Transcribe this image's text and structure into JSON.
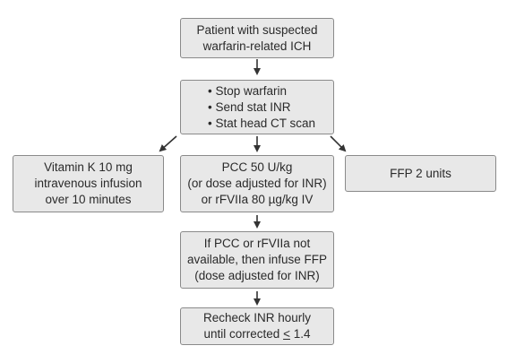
{
  "nodes": {
    "start": {
      "lines": [
        "Patient with suspected",
        "warfarin-related ICH"
      ]
    },
    "initial_steps": {
      "lines": [
        "Stop warfarin",
        "Send stat INR",
        "Stat head CT scan"
      ]
    },
    "vitamin_k": {
      "lines": [
        "Vitamin K 10 mg",
        "intravenous infusion",
        "over 10 minutes"
      ]
    },
    "pcc": {
      "lines": [
        "PCC 50 U/kg",
        "(or dose adjusted for INR)",
        "or rFVIIa 80 µg/kg IV"
      ]
    },
    "ffp": {
      "lines": [
        "FFP 2 units"
      ]
    },
    "fallback": {
      "lines": [
        "If PCC or rFVIIa not",
        "available, then infuse FFP",
        "(dose adjusted for INR)"
      ]
    },
    "recheck": {
      "lines": [
        "Recheck INR hourly"
      ],
      "line2_prefix": "until corrected ",
      "line2_symbol": "<",
      "line2_suffix": " 1.4"
    }
  },
  "colors": {
    "box_fill": "#e8e8e8",
    "box_border": "#8a8a8a",
    "arrow": "#333333"
  }
}
